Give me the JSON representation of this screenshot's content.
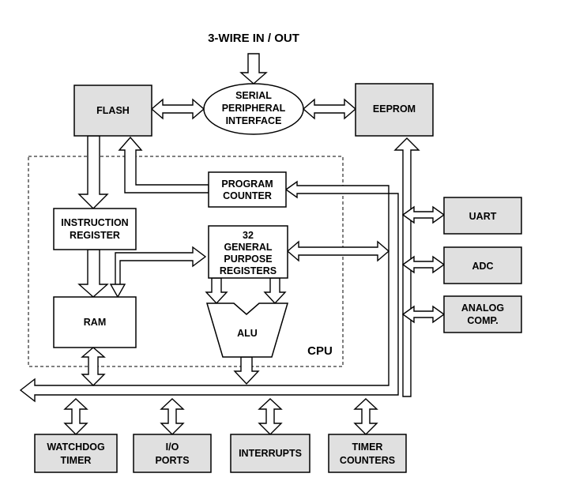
{
  "header": {
    "title": "3-WIRE IN / OUT"
  },
  "blocks": {
    "flash": "FLASH",
    "spi": [
      "SERIAL",
      "PERIPHERAL",
      "INTERFACE"
    ],
    "eeprom": "EEPROM",
    "program_counter": [
      "PROGRAM",
      "COUNTER"
    ],
    "instruction_register": [
      "INSTRUCTION",
      "REGISTER"
    ],
    "general_registers": [
      "32",
      "GENERAL",
      "PURPOSE",
      "REGISTERS"
    ],
    "ram": "RAM",
    "alu": "ALU",
    "cpu": "CPU",
    "uart": "UART",
    "adc": "ADC",
    "analog_comp": [
      "ANALOG",
      "COMP."
    ],
    "watchdog_timer": [
      "WATCHDOG",
      "TIMER"
    ],
    "io_ports": [
      "I/O",
      "PORTS"
    ],
    "interrupts": "INTERRUPTS",
    "timer_counters": [
      "TIMER",
      "COUNTERS"
    ]
  },
  "colors": {
    "block_fill": "#e0e0e0",
    "line": "#000000"
  }
}
